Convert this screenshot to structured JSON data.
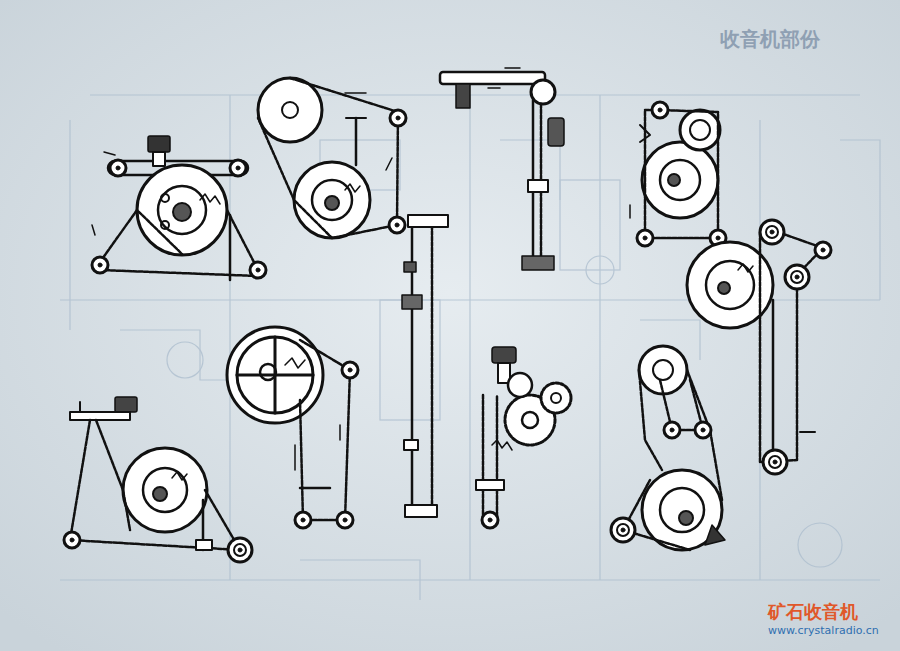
{
  "diagram": {
    "labels": [
      "收音机部份",
      "矿石收音机",
      "www.crystalradio.cn"
    ]
  }
}
